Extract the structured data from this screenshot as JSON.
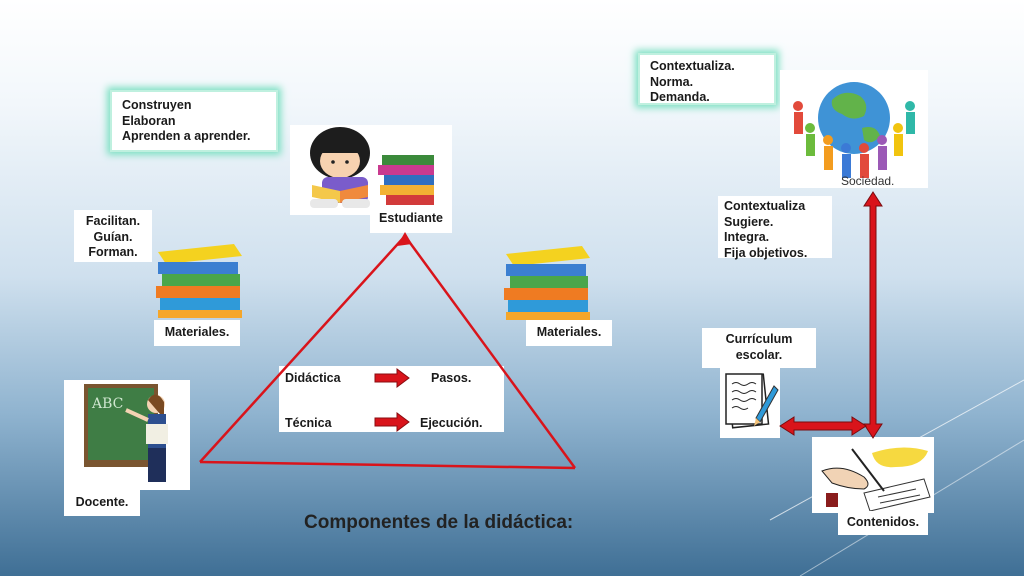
{
  "title": "Componentes de la didáctica:",
  "estudiante": {
    "label": "Estudiante",
    "actions": [
      "Construyen",
      "Elaboran",
      "Aprenden a aprender."
    ]
  },
  "docente": {
    "label": "Docente.",
    "actions": [
      "Facilitan.",
      "Guían.",
      "Forman."
    ],
    "board_text": "ABC"
  },
  "materiales_left": "Materiales.",
  "materiales_right": "Materiales.",
  "center_box": {
    "row1": {
      "left": "Didáctica",
      "right": "Pasos."
    },
    "row2": {
      "left": "Técnica",
      "right": "Ejecución."
    }
  },
  "sociedad": {
    "label": "Sociedad.",
    "actions": [
      "Contextualiza.",
      "Norma.",
      "Demanda."
    ]
  },
  "curriculum": {
    "label_line1": "Currículum",
    "label_line2": "escolar.",
    "actions": [
      "Contextualiza",
      "Sugiere.",
      "Integra.",
      "Fija objetivos."
    ]
  },
  "contenidos": {
    "label": "Contenidos."
  },
  "colors": {
    "arrow_red": "#d9141b",
    "glow": "#7fe0c4"
  }
}
